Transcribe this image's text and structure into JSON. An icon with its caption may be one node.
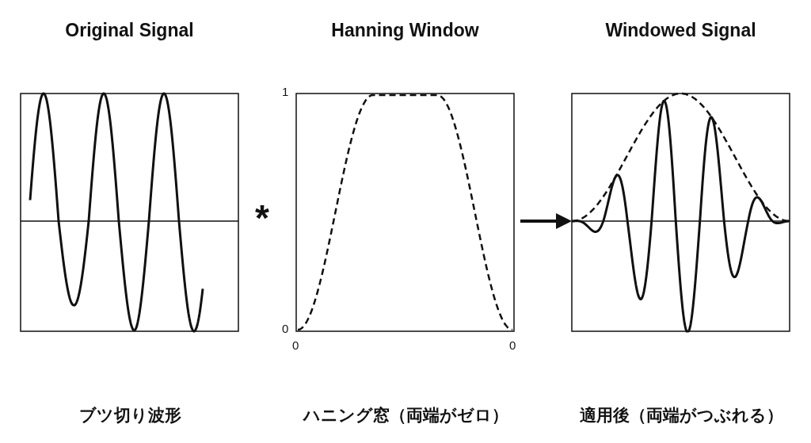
{
  "diagram": {
    "nodes": [
      {
        "text": [
          "Original Signal",
          "ブツ切り波形"
        ]
      },
      {
        "text": [
          "Hanning Window",
          "ハニング窓（両端がゼロ）"
        ]
      },
      {
        "text": [
          "Windowed Signal",
          "適用後（両端がつぶれる）"
        ]
      }
    ],
    "edges": [
      {
        "from": 1,
        "to": 2,
        "arrow": "to"
      }
    ],
    "labels": [
      "*",
      "1",
      "0",
      "0",
      "0"
    ]
  }
}
